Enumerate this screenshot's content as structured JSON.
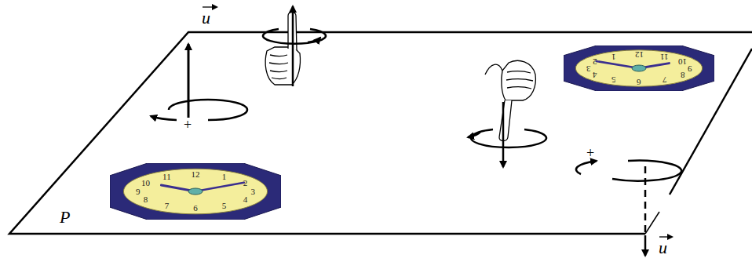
{
  "diagram": {
    "nodes": [
      {
        "text": [
          "12",
          "1",
          "2",
          "3",
          "4",
          "5",
          "6",
          "7",
          "8",
          "9",
          "10",
          "11"
        ]
      },
      {
        "text": [
          "12",
          "1",
          "2",
          "3",
          "4",
          "5",
          "6",
          "7",
          "8",
          "9",
          "10",
          "11"
        ]
      }
    ],
    "labels": [
      "P",
      "u",
      "u",
      "+",
      "+"
    ]
  }
}
